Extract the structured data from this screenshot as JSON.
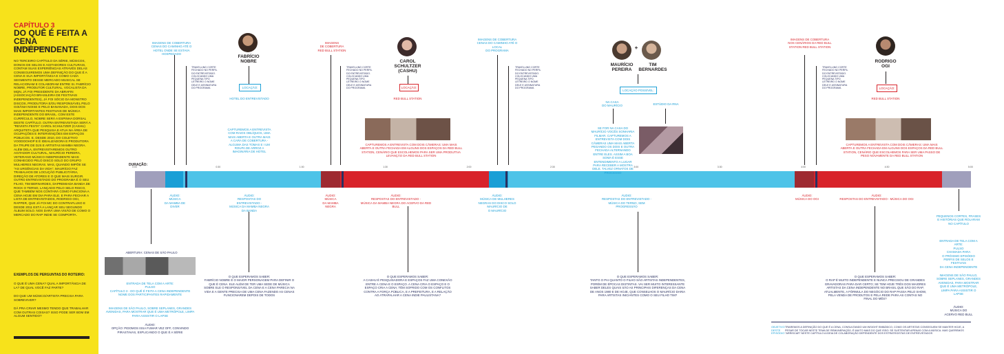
{
  "sidebar": {
    "chapter": "CAPÍTULO 3",
    "title": "DO QUÊ É FEITA A CENA INDEPENDENTE",
    "duration": "[DURAÇÃO: 5MIN]",
    "paragraph": "NO TERCEIRO CAPÍTULO DA SÉRIE, MÚSICOS, DONOS DE SELOS E AGITADORES CULTURAIS, CONTAM SUAS EXPERIÊNCIAS ATRAVÉS DELAS CONSEGUIREMOS UMA DEFINIÇÃO DO QUE É A CENA E SUA IMPORTÂNCIA E COMO CADA SEGMENTO DESSE MERCADO MUSICAL SE RELACIONAM E COLABORAM ENTRE SI. FABRÍCIO NOBRE, PRODUTOR CULTURAL, VOCALISTA DA MQN, JÁ FOI PRESIDENTE DA ABRAFIN (ASSOCIAÇÃO BRASILEIRA DE FESTIVAIS INDEPENDENTES), JÁ FOI SÓCIO DA MONSTRO DISCOS, PRODUTORA E/OU RESPONSÁVEL PELO GOIÂNIA NOISE E PELO BANANADA, DOIS DOS MAIS IMPORTANTES FESTIVAIS DE MÚSICA INDEPENDENTE DO BRASIL. COM ESTE CURRÍCULO, NOBRE SERÁ A ESPINHA DORSAL DESTE CAPÍTULO. OUTRA ENTREVISTADA SERÁ A \"REVISTA FESTA\" CAROL SCHULTZER (CASHU) ARQUITETA QUE PESQUISA E ATUA NA ÁREA DE OCUPAÇÕES E INTERVENÇÕES EM ESPAÇOS PÚBLICOS. E, DESDE 2010, DO COLETIVO VOODOOHOP E É IDEALIZADORA E PRODUTORA DA TRUPE DE DJS E ARTISTAS MAMBA NEGRA. ALÉM DELA, ENTREVISTAREMOS OUTRO AGITADOR CULTURAL, MAURÍCIO PEREIRA, VETERANO MÚSICO INDEPENDENTE MAIS CONHECIDO PELO DISCO SOLO DO GRUPO MULHERES NEGRAS. MAS, QUANDO IMPÕE SE \"AS URGÊNCIAS DA VIDA\", MAURÍCIO FAZ TRABALHOS DE LOCUÇÃO PUBLICITÁRIA, DIREÇÃO DE ATORES E O QUE MAIS SURGIR. OUTRO ENTREVISTADO DO PROGRAMA É O SEU FILHO, TIM BERNARDES, DAPREMIADA BANDA DE ROCK O TERNO, LANÇADO PELO SELO RISCO, QUE TAMBÉM NOS CONTARÁ COMO FUNCIONA A CENA HOJE EM DIA PARA ELE. E PARA FECHAR A LISTA DE ENTREVISTADOS, RODRIGO OGI, RAPPER, QUE JÁ FOI MC DO CONTRAFLUXO E DESDE 2011 ESTÁ A LANÇAR SEU SEGUNDO ÁLBUM SOLO. NOS DARÁ UMA VISÃO DE COMO O MERCADO DO RAP INDIE SE COMPORTA.",
    "examples_title": "EXEMPLOS DE PERGUNTAS DO ROTEIRO:",
    "question1": "O QUE É UMA CENA? QUAL A IMPORTÂNCIA DE LA? DE QUAL VOCÊ FAZ PARTE?",
    "question2": "DO QUE UM MÚSICO/ARTISTA PRECISA PARA SOBREVIVER?",
    "question3": "DÁ PRA CRIAR MESMO TENDO QUE TRABALHAR COM OUTRAS COISAS? ISSO PODE SER BOM EM ALGUM SENTIDO?"
  },
  "timeline": {
    "label": "DURAÇÃO:",
    "ticks": [
      "0:00",
      "0:30",
      "1:00",
      "1:30",
      "2:00",
      "2:30",
      "3:00",
      "3:30",
      "4:00",
      "4:30",
      "5:00"
    ]
  },
  "top": {
    "cover1": "IMAGENS DE COBERTURA CENAS DO CAMINHO ATÉ O HOTEL ONDE SE ESTAVA HOSPEDADO",
    "cover2": "IMAGENS\nDE COBERTURA\nRED BULL STATION",
    "cover3": "IMAGENS DE COBERTURA\nCENAS DO CAMINHO ATÉ O LOCAL\nDO PROGRAMA",
    "cover4": "IMAGENS DE COBERTURA\nNOS CENÁRIOS DA RED BULL\nSTATION RED BULL STATION",
    "fabricio_name": "FABRÍCIO\nNOBRE",
    "fabricio_loc": "LOCAÇÃO:",
    "fabricio_place": "HOTEL DO ENTREVISTADO",
    "fabricio_desc": "CAPTUREMOS A ENTREVISTA COM RAIOS OBLÍQUOS, UMA MAIS ABERTA E OUTRA MAIS A CARA DE COBERTURA - ALGUMA DAS TOMAS E I UM ROUPA DE ARROZ A IMAGINÁRIA DE HOTEL",
    "carol_name": "CAROL\nSCHULTZER\n(CASHU)",
    "carol_loc": "LOCAÇÃO:",
    "carol_place": "RED BULL STATION",
    "carol_desc": "CAPTUREMOS A ENTREVISTA COM DOIS CÂMERAS: UMA MAIS ABERTA E OUTRA FECHADA EM ALGUNS DOS ESPAÇOS DA RED BULL STATION, CENÁRIO QUE ESCOLHEMOS PARA SER UMA PRODUTIVA LEVANÇÃO DA RED BULL STATION",
    "mp_names": "MAURÍCIO\nPEREIRA",
    "tim_name": "TIM\nBERNARDES",
    "mp_loc": "LOCAÇÃO POSSÍVEL:",
    "mp_opt1": "NA CASA\nDO MAURÍCIO",
    "mp_opt2": "ESTÚDIO DA RNA",
    "mp_desc": "SE FOR NA CASA DO MAURÍCIO VOCÊS SONHARIA FILMAR. CAPTUREMOS A ENTREVISTA COM DOIS CÂMERAS UMA MAIS ABERTA PEGANDO OS DOIS E OUTRA FECHADA ALTERNANDO ENTRE ELES. ASSIM A BOA SOMA É ESSE ENTENDIMENTO A LUGAR PARA RECEBER A MOSTRA DELE. TALVEZ ORNATOS DE PROCESSO",
    "ogi_name": "RODRIGO\nOGI",
    "ogi_loc": "LOCAÇÃO:",
    "ogi_place": "RED BULL STATION",
    "ogi_desc": "CAPTUREMOS A ENTREVISTA COM DOIS CÂMERAS: UMA MAIS ABERTA E OUTRA FECHADA EM ALGUNS DOS ESPAÇOS DA RED BULL STATION, CENÁRIO QUE ESCOLHEMOS PARA SER UMA PASSO DE PESO NOVAMENTE DA RED BULL STATION",
    "side_note": "TRAVELLING CORTE\nFECHADO NO PERFIL\nDO ENTREVISTADO.\nCOLOCANDO UMA\nPEQUENA TIPO\nLETREIRO O NOME\nDELE E ASSINATURA\nDO PROGRAMA"
  },
  "bottom": {
    "b1": "ÁUDIO:\nMÚSICA\nDA MAMBA DE\nDIVER",
    "b2": "ÁUDIO:\nRESPOSTAS DO ENTREVISTADO -\nMÚSICA DA MAMBA NEGRA DA BANDA",
    "b3": "ÁUDIO:\nMÚSICA\nDA MAMBA\nNEGRA",
    "b4": "ÁUDIO:\nRESPOSTAS DO ENTREVISTADO -\nMÚSICA DA MAMBA NEGRA DO ACERVO DA RED BULL",
    "b5": "ÁUDIO:\nMÚSICA DE MULHERES\nNEGRAS DO DISCO SOLO\nMAURÍCIO DE\nO MAURÍCIO",
    "b6": "ÁUDIO:\nRESPOSTAS DO ENTREVISTADO -\nMÚSICA DO TERNO, SEM PROGRESSÃO",
    "b7": "ÁUDIO:\nMÚSICA DO OGI",
    "b8": "ÁUDIO:\nRESPOSTAS DO ENTREVISTADO - MÚSICA DO OGI",
    "b9": "PEQUENOS CORTES, FRASES\nE HISTÓRIAS QUE ROLARAM\nNO CAPÍTULO",
    "opening_label": "ABERTURA: CENAS DE SÃO PAULO",
    "opening_desc": "ENTRADA DE TELA COM A ARTE:\nPULSO\nCAPÍTULO 3 - DO QUÊ É FEITA A CENA INDEPENDENTE\nNOME DOS PARTICIPANTES RAPIDAMENTE",
    "opening_desc2": "IMAGENS DE SÃO PAULO, SOBRE SEPLANES, GRANDES AVENIDAS, PARA MOSTRAR QUE É UMA METRÓPOLE, LIMPA PARA ASSISTIR O LAPSE",
    "opening_audio": "ÁUDIO:\nOPÇÃO: PIDOMOS ISSA FUMAR VEZ OFF, CONVINDO PIRASTAVAS, EXPLICANDO O QUE É A SÉRIE",
    "exp1": "O QUE ESPERAMOS SABER:\nFABRÍCIO NOBRE É O MAIOR PERSONAGEM PARA DEFINIR O QUE É CENA. ELE ALÉM DE TER UMA SEDE DE MÚSICA SOBRE ELE O RESPONSÁVEL DA CENA E A CENA PARECIA NA VIDA E A GENTE PRECISA DE UMA CENA FAZENDO AS CENAS FUNCIONAREM DEPOIS DE TODOS",
    "exp2": "O QUE ESPERAMOS SABER:\nA CASHU É PESQUISADORA E ESPAÇOS FAZ UMA CONEXÃO ENTRE A CENA E O ESPAÇO. A CENA CRIA O ESPAÇO E O ESPAÇO CRIA A CENA; TÊM SOFRIDO COM OS CONFLITOS CONTRA A FORÇA PÚBLICA, E A PREFEITURA, E A RELAÇÃO AO ATRAPALHAR A CENA INDIE PAULISTANA?",
    "exp3": "O QUE ESPERAMOS SABER:\nTANTO O PAI QUANTO O FILHO SÃO ARTISTAS INDEPENDENTES, PORÉM DE ÉPOCAS DISTINTAS. VAI SER MUITO INTERESSANTE SABER DELES QUAIS SÃO AS PRINCIPAIS DIFERENÇAS DA CENA DE ANOS 1980 E DE HOJE, QUE CONSELHOS O MAURÍCIO DARIA PARA ARTISTAS INICIANTES COMO O SEU FILHO TIM?",
    "exp4": "O QUE ESPERAMOS SABER:\nO RAP É MUITO INDEPENDENTE E NUNCA PRECISOU DE GRANDES GRAVADORAS PARA DAR CERTO; SE TEM HOJE TRÊS DOS MAIORES ARTISTAS DA CENA INDEPENDENTE NO BRASIL QUE SÃO DO RAP, ATUALMENTE, A FÓRMULA DO NEGÓCIO DO RAP PASSA PELO SHOW, PELA VENDA DE PRODUTOS E PELA REDE PARA AS CONTAS NO FINAL DO MÊS?",
    "closing_desc": "ENTRADA DE TELA COM A ARTE:\nPULSO\nCHAMADA PARA\nO PRÓXIMO EPISÓDIO\nPERFIS DE SELOS E FESTIVAIS\nDA CENA INDEPENDENTE",
    "closing_desc2": "IMAGENS DE SÃO PAULO, SOBRE SEPLANES, GRANDES AVENIDAS, PARA MOSTRAR QUE É UMA METRÓPOLE, LIMPA PARA ASSISTIR O LAPSE",
    "closing_audio": "ÁUDIO:\nMÚSICA DO\nACERVO RED BULL"
  },
  "legend": {
    "key": "OBJETIVO\nDESTE\nEPISÓDIO",
    "text": "TRAREMOS A DEFINIÇÃO DO QUE É A CENA, CONSULTANDO UM INSIGHT EMBÁSICO, COMO OS ARTISTAS CONSEGUEM SE MANTER HOJE, A PESAR DE TOCAR NESTE TEMA DE REMUNERAÇÃO, É MUITO MAIS DO QUE ISSO: SE SUSTENTAR APENAS COM A MÚSICA. MAS QUEREMOS \"ARRISCAR\" NESTE CAPÍTULO A IDEIA DE COLABORAÇÃO DEPENDENTE DOS ESTRATEGISTAS DE ENTREVISTADOS"
  },
  "colors": {
    "sidebar": "#f7e21b",
    "blue": "#1a9fd6",
    "light_blue": "#4ec3e8",
    "red": "#d8232a",
    "dark_red": "#9e2a31",
    "gray_purple": "#a09fbc",
    "navy": "#2a3060"
  }
}
